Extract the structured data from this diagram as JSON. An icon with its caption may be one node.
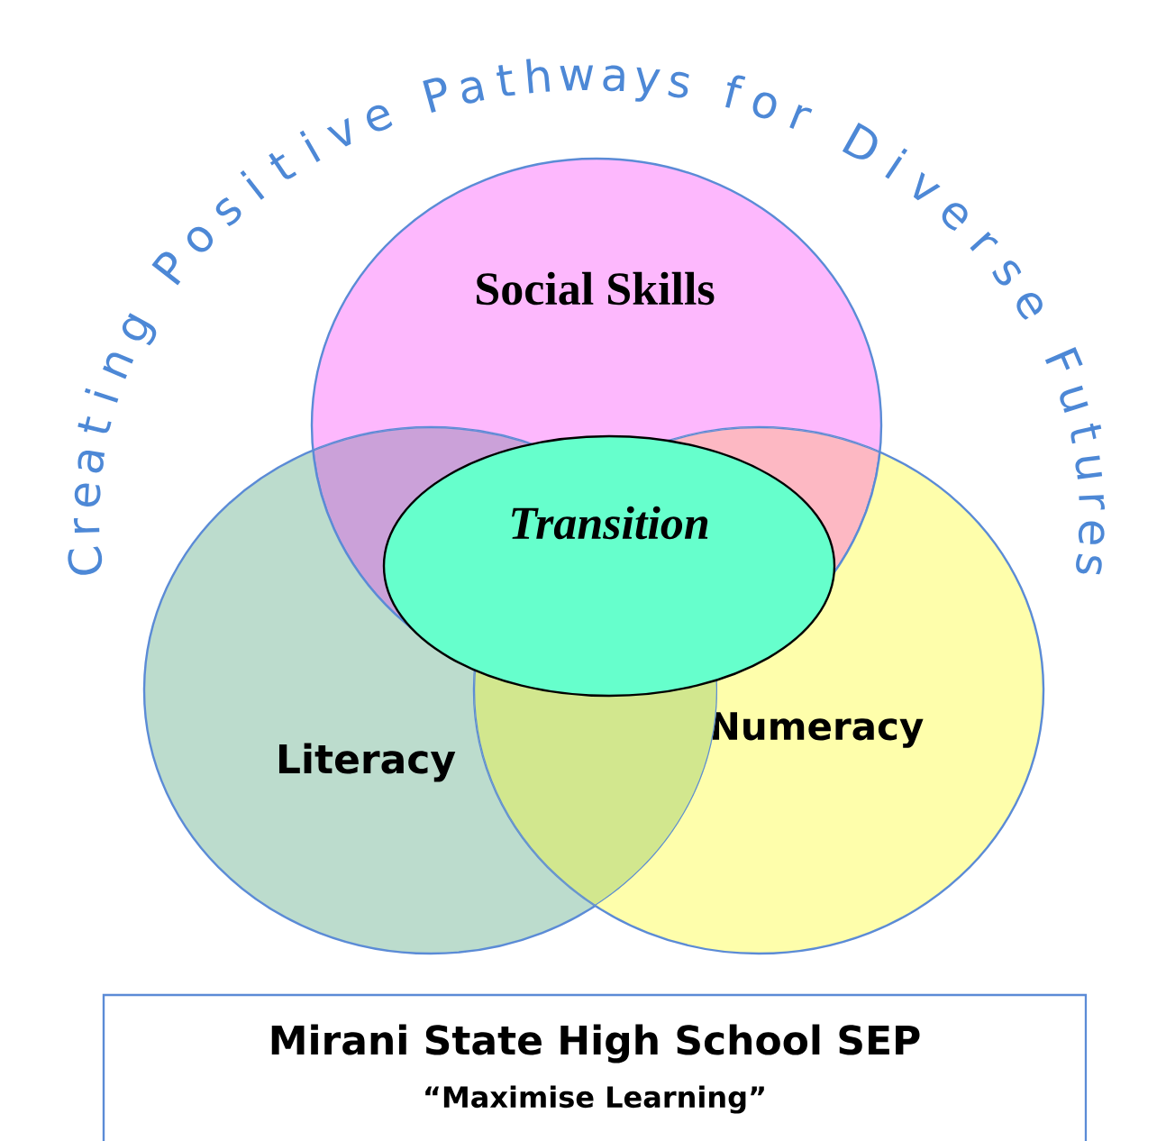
{
  "diagram": {
    "title": "Creating Positive Pathways for Diverse Futures",
    "nodes": [
      {
        "text": [
          "Social Skills"
        ]
      },
      {
        "text": [
          "Literacy"
        ]
      },
      {
        "text": [
          "Numeracy"
        ]
      },
      {
        "text": [
          "Transition"
        ],
        "in": 0
      },
      {
        "text": [
          "Mirani State High School SEP",
          "“Maximise Learning”"
        ]
      }
    ]
  }
}
